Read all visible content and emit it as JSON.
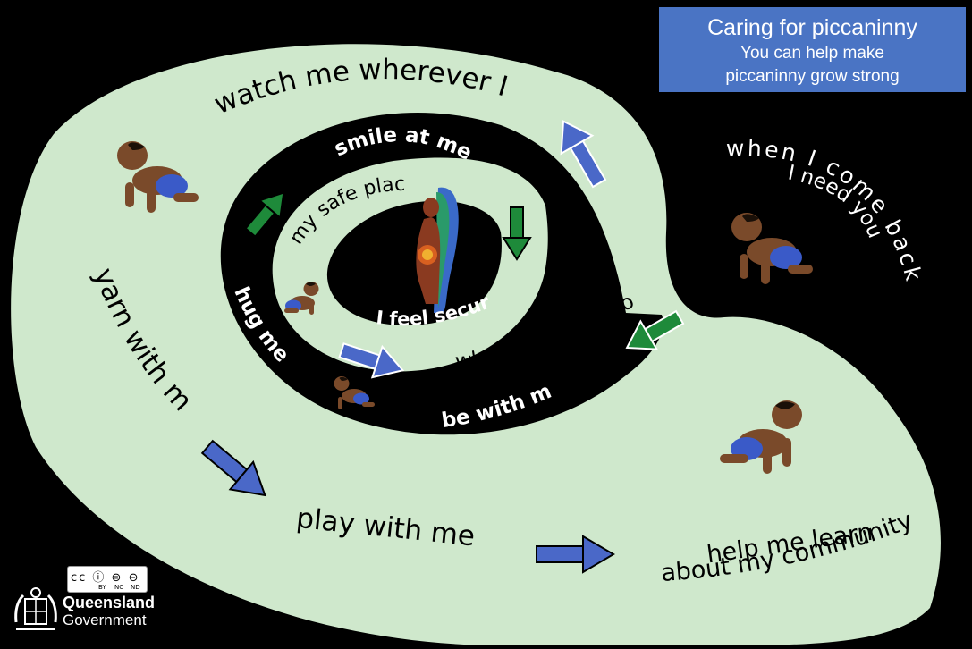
{
  "title": {
    "heading": "Caring for piccaninny",
    "subheading_1": "You can help make",
    "subheading_2": "piccaninny grow strong"
  },
  "phrases": {
    "watch": "watch me wherever I go",
    "smile": "smile at me",
    "safe_place": "my safe place",
    "feel_secure": "I feel secure",
    "hug": "hug me",
    "yarn": "yarn with me",
    "walkabout": "when I go walkabout...",
    "be_with": "be with me",
    "come_back_1": "when I come back...",
    "come_back_2": "I need you",
    "play": "play with me",
    "learn_1": "help me learn",
    "learn_2": "about my community"
  },
  "footer": {
    "cc_icons": "cc ⓘ ⊜ ⊝",
    "cc_by": "BY",
    "cc_nc": "NC",
    "cc_nd": "ND",
    "org_1": "Queensland",
    "org_2": "Government"
  },
  "colors": {
    "background": "#000000",
    "spiral_green": "#cfe8cc",
    "title_box": "#4a74c4",
    "arrow_blue": "#4a68c8",
    "arrow_green": "#1e8a3a",
    "skin": "#7a4a2a",
    "nappy": "#3a5ac8"
  }
}
